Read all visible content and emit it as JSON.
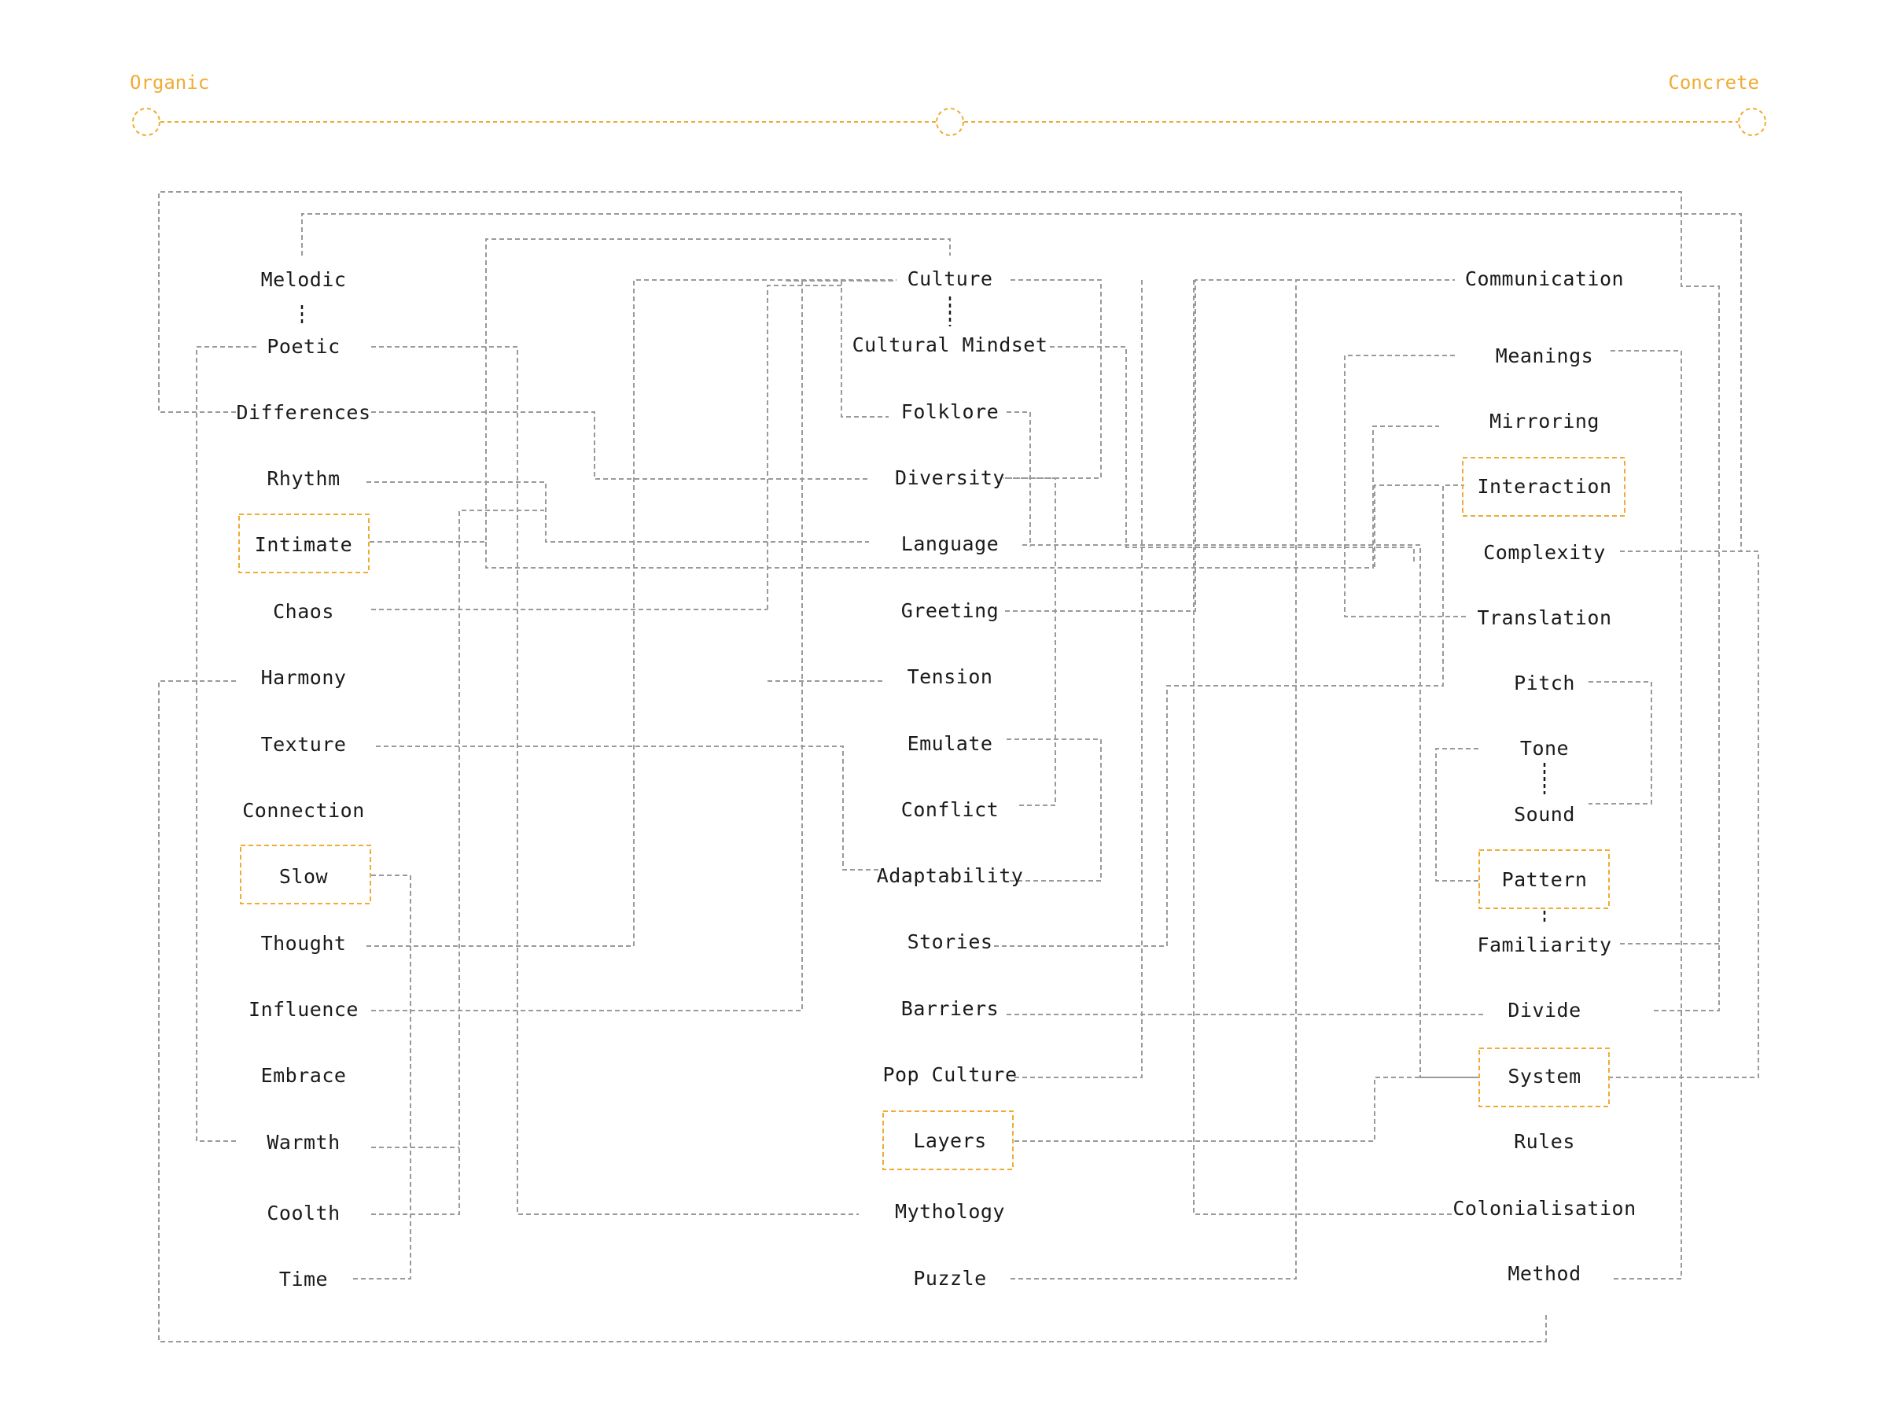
{
  "axis": {
    "left_label": "Organic",
    "right_label": "Concrete",
    "color": "#f0ab33"
  },
  "columns": {
    "left": [
      "Melodic",
      "Poetic",
      "Differences",
      "Rhythm",
      "Intimate",
      "Chaos",
      "Harmony",
      "Texture",
      "Connection",
      "Slow",
      "Thought",
      "Influence",
      "Embrace",
      "Warmth",
      "Coolth",
      "Time"
    ],
    "middle": [
      "Culture",
      "Cultural Mindset",
      "Folklore",
      "Diversity",
      "Language",
      "Greeting",
      "Tension",
      "Emulate",
      "Conflict",
      "Adaptability",
      "Stories",
      "Barriers",
      "Pop Culture",
      "Layers",
      "Mythology",
      "Puzzle"
    ],
    "right": [
      "Communication",
      "Meanings",
      "Mirroring",
      "Interaction",
      "Complexity",
      "Translation",
      "Pitch",
      "Tone",
      "Sound",
      "Pattern",
      "Familiarity",
      "Divide",
      "System",
      "Rules",
      "Colonialisation",
      "Method"
    ]
  },
  "highlighted": [
    "Intimate",
    "Slow",
    "Layers",
    "Interaction",
    "Pattern",
    "System"
  ],
  "direct_links": [
    [
      "Melodic",
      "Poetic"
    ],
    [
      "Culture",
      "Cultural Mindset"
    ],
    [
      "Tone",
      "Sound"
    ],
    [
      "Pattern",
      "Familiarity"
    ]
  ],
  "colors": {
    "text": "#1a1a1a",
    "connector": "#9a9a9a",
    "highlight": "#f0ab33"
  }
}
